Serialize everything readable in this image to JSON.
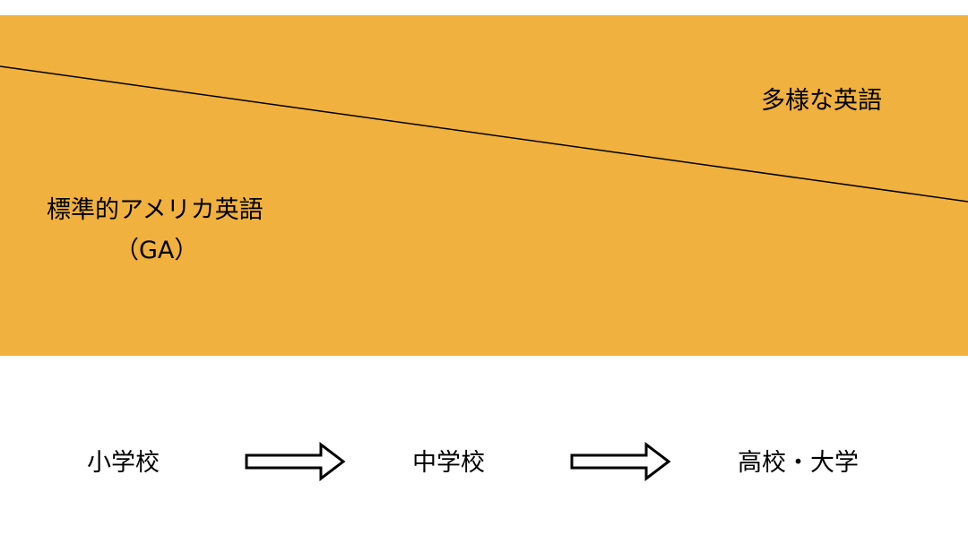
{
  "colors": {
    "band": "#F0B13E",
    "line": "#000000"
  },
  "band": {
    "top_right_label": "多様な英語",
    "left_label": "標準的アメリカ英語",
    "left_sublabel": "（GA）"
  },
  "stages": [
    {
      "label": "小学校"
    },
    {
      "label": "中学校"
    },
    {
      "label": "高校・大学"
    }
  ],
  "icons": [
    "right-arrow-icon",
    "right-arrow-icon"
  ]
}
